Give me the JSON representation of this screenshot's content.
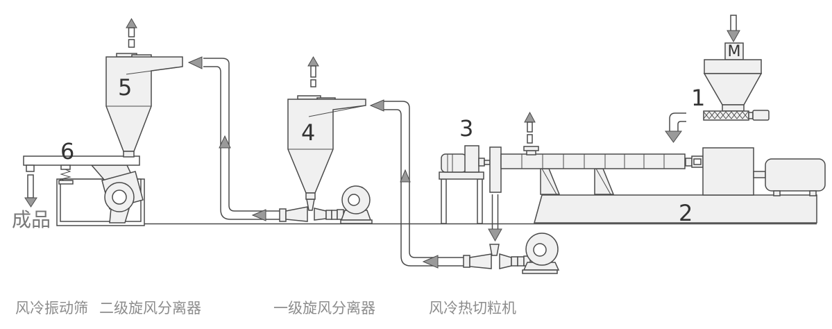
{
  "colors": {
    "line": "#4a4a4a",
    "fill": "#f0f0f0",
    "arrow": "#9a9a9a",
    "number": "#333333",
    "caption": "#8c8c8c",
    "product": "#787878",
    "bg": "#ffffff"
  },
  "parts": {
    "feeder_no": "1",
    "extruder_base_no": "2",
    "pelletizer_no": "3",
    "primary_cyclone_no": "4",
    "secondary_cyclone_no": "5",
    "vibrating_screen_no": "6",
    "feeder_motor": "M"
  },
  "product_label": "成品",
  "captions": {
    "vibrating_screen": "风冷振动筛",
    "secondary_cyclone": "二级旋风分离器",
    "primary_cyclone": "一级旋风分离器",
    "pelletizer": "风冷热切粒机"
  }
}
